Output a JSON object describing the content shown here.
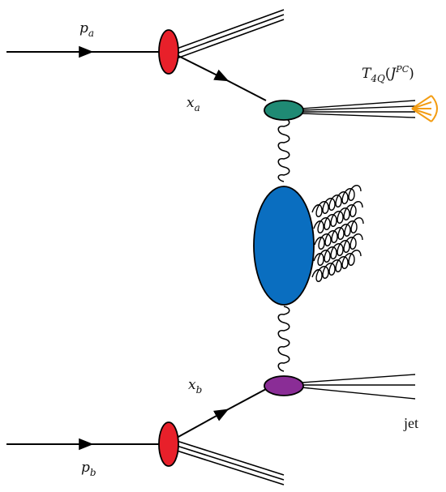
{
  "labels": {
    "pa": {
      "main": "p",
      "sub": "a"
    },
    "pb": {
      "main": "p",
      "sub": "b"
    },
    "xa": {
      "main": "x",
      "sub": "a"
    },
    "xb": {
      "main": "x",
      "sub": "b"
    },
    "tetraquark": {
      "main": "T",
      "sub": "4Q",
      "open": "(",
      "inner": "J",
      "sup": "PC",
      "close": ")"
    },
    "jet": "jet"
  },
  "colors": {
    "proton_blob": "#e8202a",
    "upper_vertex": "#1f8a74",
    "central_blob": "#0a6ec0",
    "lower_vertex": "#8a2d96",
    "tetraquark_cone": "#f39c12",
    "line": "#000000"
  },
  "icons": [
    "proton-blob-icon",
    "vertex-blob-icon",
    "gluon-line-icon",
    "cone-icon",
    "arrow-icon"
  ]
}
